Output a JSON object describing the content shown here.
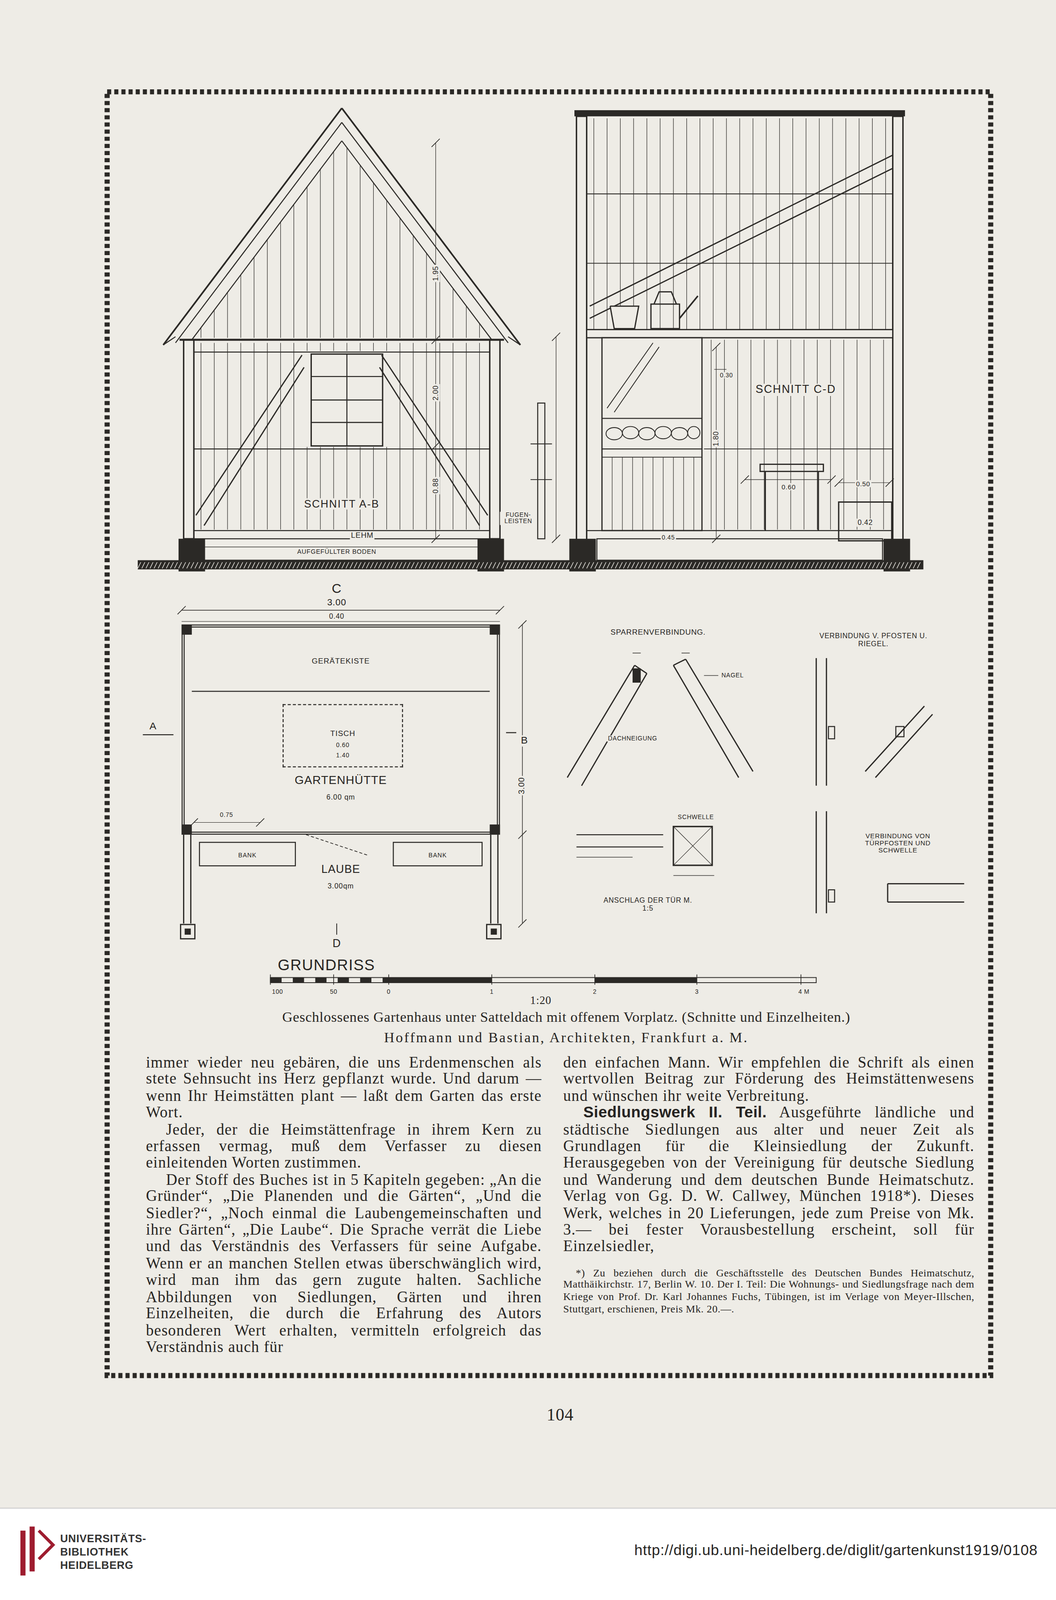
{
  "diagram": {
    "caption": "Geschlossenes Gartenhaus unter Satteldach mit offenem Vorplatz. (Schnitte und Einzelheiten.)",
    "nodes": [
      {
        "text": [
          "GARTENHÜTTE",
          "6.00 qm"
        ]
      },
      {
        "text": [
          "GERÄTEKISTE"
        ],
        "in": 0
      },
      {
        "text": [
          "TISCH",
          "0.60",
          "1.40"
        ],
        "in": 0
      },
      {
        "text": [
          "LAUBE",
          "3.00qm"
        ]
      },
      {
        "text": [
          "BANK"
        ],
        "in": 3
      },
      {
        "text": [
          "BANK"
        ],
        "in": 3
      }
    ],
    "labels": [
      "SCHNITT A-B",
      "LEHM",
      "AUFGEFÜLLTER BODEN",
      "FUGEN- LEISTEN",
      "SCHNITT C-D",
      "1.95",
      "2.00",
      "0.88",
      "1.80",
      "0.60",
      "0.50",
      "0.42",
      "0.45",
      "0.30",
      "C",
      "3.00",
      "0.40",
      "A",
      "B",
      "3.00",
      "0.75",
      "D",
      "GRUNDRISS",
      "SPARRENVERBINDUNG.",
      "NAGEL",
      "DACHNEIGUNG",
      "VERBINDUNG V. PFOSTEN U. RIEGEL.",
      "SCHWELLE",
      "ANSCHLAG DER TÜR M. 1:5",
      "VERBINDUNG VON TÜRPFOSTEN UND SCHWELLE",
      "1:20",
      "100",
      "50",
      "0",
      "1",
      "2",
      "3",
      "4 M",
      "Hoffmann und Bastian, Architekten, Frankfurt a. M.",
      "immer wieder neu gebären, die uns Erdenmenschen als stete Sehnsucht ins Herz gepflanzt wurde. Und darum — wenn Ihr Heimstätten plant — laßt dem Garten das erste Wort.",
      "Jeder, der die Heimstättenfrage in ihrem Kern zu erfassen vermag, muß dem Verfasser zu diesen einleitenden Worten zustimmen.",
      "Der Stoff des Buches ist in 5 Kapiteln gegeben: „An die Gründer“, „Die Planenden und die Gärten“, „Und die Siedler?“, „Noch einmal die Laubengemeinschaften und ihre Gärten“, „Die Laube“. Die Sprache verrät die Liebe und das Verständnis des Verfassers für seine Aufgabe. Wenn er an manchen Stellen etwas überschwänglich wird, wird man ihm das gern zugute halten. Sachliche Abbildungen von Siedlungen, Gärten und ihren Einzelheiten, die durch die Erfahrung des Autors besonderen Wert erhalten, vermitteln erfolgreich das Verständnis auch für",
      "den einfachen Mann. Wir empfehlen die Schrift als einen wertvollen Beitrag zur Förderung des Heimstättenwesens und wünschen ihr weite Verbreitung.",
      "Siedlungswerk II. Teil.",
      "Ausgeführte ländliche und städtische Siedlungen aus alter und neuer Zeit als Grundlagen für die Kleinsiedlung der Zukunft. Herausgegeben von der Vereinigung für deutsche Siedlung und Wanderung und dem deutschen Bunde Heimatschutz. Verlag von Gg. D. W. Callwey, München 1918*). Dieses Werk, welches in 20 Lieferungen, jede zum Preise von Mk. 3.— bei fester Vorausbestellung erscheint, soll für Einzelsiedler,",
      "*) Zu beziehen durch die Geschäftsstelle des Deutschen Bundes Heimatschutz, Matthäikirchstr. 17, Berlin W. 10. Der I. Teil: Die Wohnungs- und Siedlungsfrage nach dem Kriege von Prof. Dr. Karl Johannes Fuchs, Tübingen, ist im Verlage von Meyer-Illschen, Stuttgart, erschienen, Preis Mk. 20.—.",
      "104",
      "UNIVERSITÄTS-",
      "BIBLIOTHEK",
      "HEIDELBERG",
      "http://digi.ub.uni-heidelberg.de/diglit/gartenkunst1919/0108"
    ]
  }
}
